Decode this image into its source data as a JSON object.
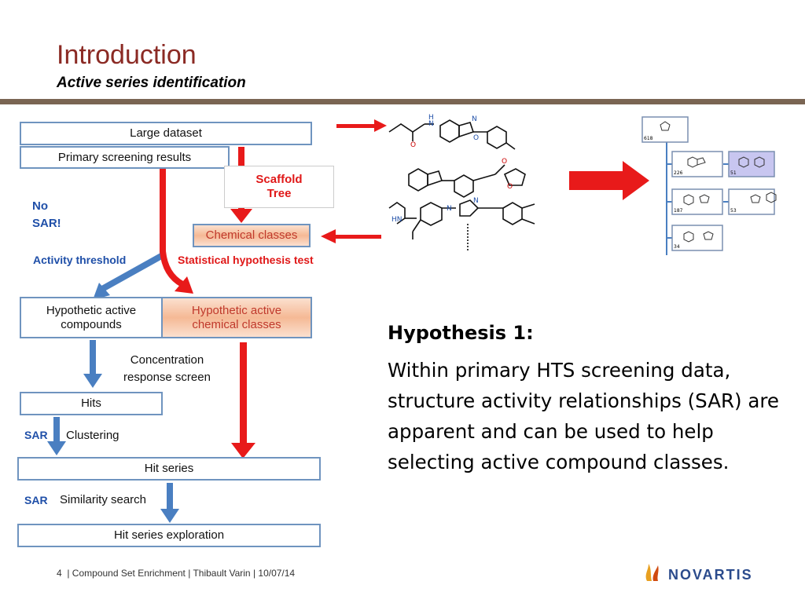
{
  "slide": {
    "title": "Introduction",
    "subtitle": "Active series identification"
  },
  "flow": {
    "large_dataset": "Large dataset",
    "primary_screening": "Primary screening results",
    "scaffold_tree": "Scaffold Tree",
    "chemical_classes": "Chemical classes",
    "no_sar": "No SAR!",
    "activity_threshold": "Activity threshold",
    "statistical_test": "Statistical hypothesis test",
    "hypothetic_active_compounds": "Hypothetic active compounds",
    "hypothetic_active_classes": "Hypothetic active chemical classes",
    "concentration_response": "Concentration response screen",
    "hits": "Hits",
    "sar_1": "SAR",
    "clustering": "Clustering",
    "hit_series": "Hit series",
    "sar_2": "SAR",
    "similarity_search": "Similarity search",
    "hit_series_exploration": "Hit series exploration"
  },
  "tree": {
    "root_count": "618",
    "nodes": [
      "226",
      "51",
      "187",
      "53",
      "34"
    ]
  },
  "hypothesis": {
    "heading": "Hypothesis 1:",
    "text": "Within primary HTS screening data, structure activity relationships (SAR) are apparent and can be used to help selecting active compound classes."
  },
  "footer": {
    "page": "4",
    "text": "| Compound Set Enrichment | Thibault Varin | 10/07/14"
  },
  "logo": {
    "name": "NOVARTIS"
  },
  "colors": {
    "title": "#8b2a24",
    "rule": "#7a6553",
    "box_border": "#6f94bf",
    "arrow_blue": "#4a7fc1",
    "arrow_red": "#e81a1a"
  }
}
